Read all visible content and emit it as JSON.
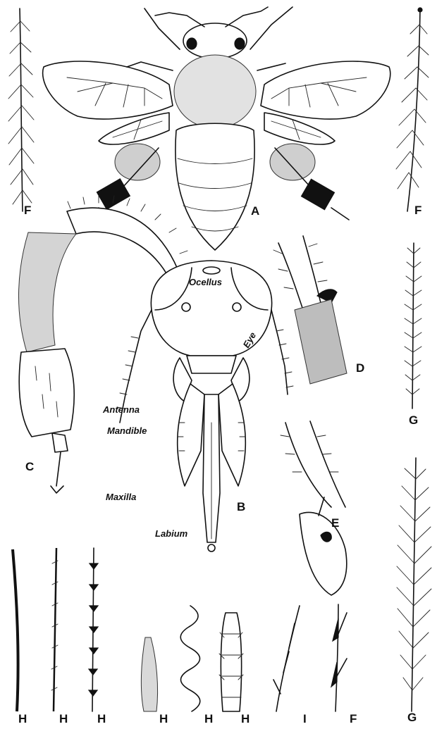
{
  "labels": {
    "a": "A",
    "b": "B",
    "c": "C",
    "d": "D",
    "e": "E",
    "f": "F",
    "g": "G",
    "h": "H",
    "i": "I"
  },
  "terms": {
    "ocellus": "Ocellus",
    "eye": "Eye",
    "antenna": "Antenna",
    "mandible": "Mandible",
    "maxilla": "Maxilla",
    "labium": "Labium"
  }
}
